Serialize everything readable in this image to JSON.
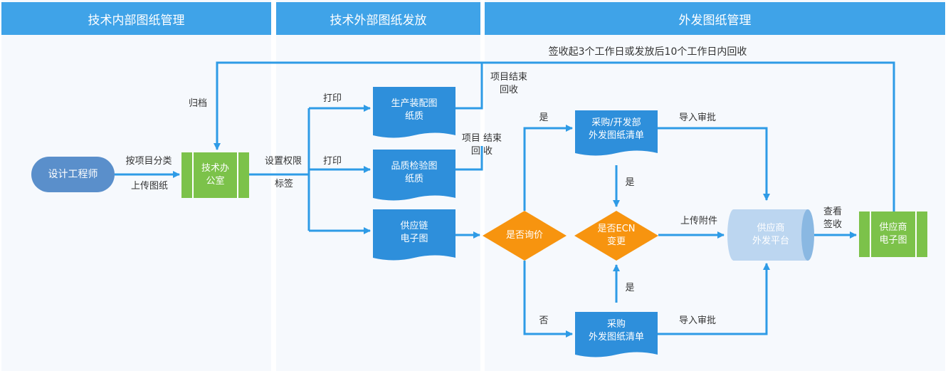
{
  "lanes": {
    "internal": "技术内部图纸管理",
    "external": "技术外部图纸发放",
    "outgoing": "外发图纸管理"
  },
  "nodes": {
    "designer": "设计工程师",
    "tech_office": "技术办\n公室",
    "assembly_paper": "生产装配图\n纸质",
    "quality_paper": "品质检验图\n纸质",
    "supply_chain_electronic": "供应链\n电子图",
    "inquiry_decision": "是否询价",
    "ecn_decision": "是否ECN\n变更",
    "procure_dev_list": "采购/开发部\n外发图纸清单",
    "procure_list": "采购\n外发图纸清单",
    "supplier_platform": "供应商\n外发平台",
    "supplier_electronic": "供应商\n电子图"
  },
  "labels": {
    "return_top": "签收起3个工作日或发放后10个工作日内回收",
    "archive": "归档",
    "classify_by_project": "按项目分类",
    "upload_drawing": "上传图纸",
    "set_permissions": "设置权限",
    "tag": "标签",
    "print_1": "打印",
    "print_2": "打印",
    "project_end_recall_1": "项目结束\n回收",
    "project_end_recall_2": "项目 结束\n回 收",
    "yes_upper": "是",
    "yes_mid": "是",
    "yes_lower": "是",
    "no": "否",
    "import_approval_1": "导入审批",
    "import_approval_2": "导入审批",
    "upload_attachment": "上传附件",
    "view_sign": "查看\n签收"
  },
  "colors": {
    "lane_header": "#3fa3e8",
    "document_node": "#2e8fdb",
    "designer_node": "#5a8fcb",
    "tech_office_node": "#7cc24a",
    "decision_node": "#f7940f",
    "platform_node": "#bcd6f0",
    "arrow": "#2e9be6"
  }
}
